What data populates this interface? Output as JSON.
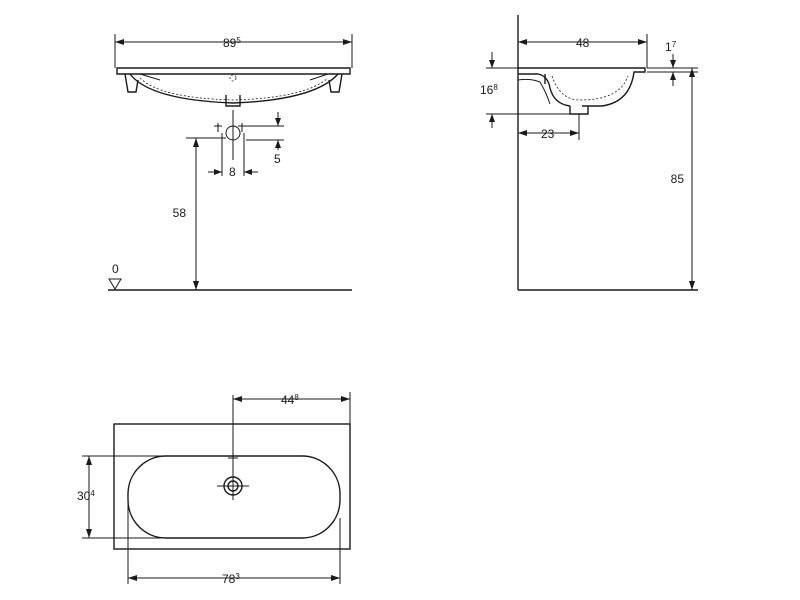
{
  "front_view": {
    "width_main": "89",
    "width_sup": "5",
    "waste_height": "58",
    "waste_spacing": "8",
    "waste_offset": "5",
    "floor_level": "0"
  },
  "side_view": {
    "depth": "48",
    "rim_thickness_main": "1",
    "rim_thickness_sup": "7",
    "bowl_height_main": "16",
    "bowl_height_sup": "8",
    "waste_distance": "23",
    "total_height": "85"
  },
  "top_view": {
    "tap_hole_offset_main": "44",
    "tap_hole_offset_sup": "8",
    "bowl_depth_main": "30",
    "bowl_depth_sup": "4",
    "bowl_width_main": "78",
    "bowl_width_sup": "3"
  }
}
